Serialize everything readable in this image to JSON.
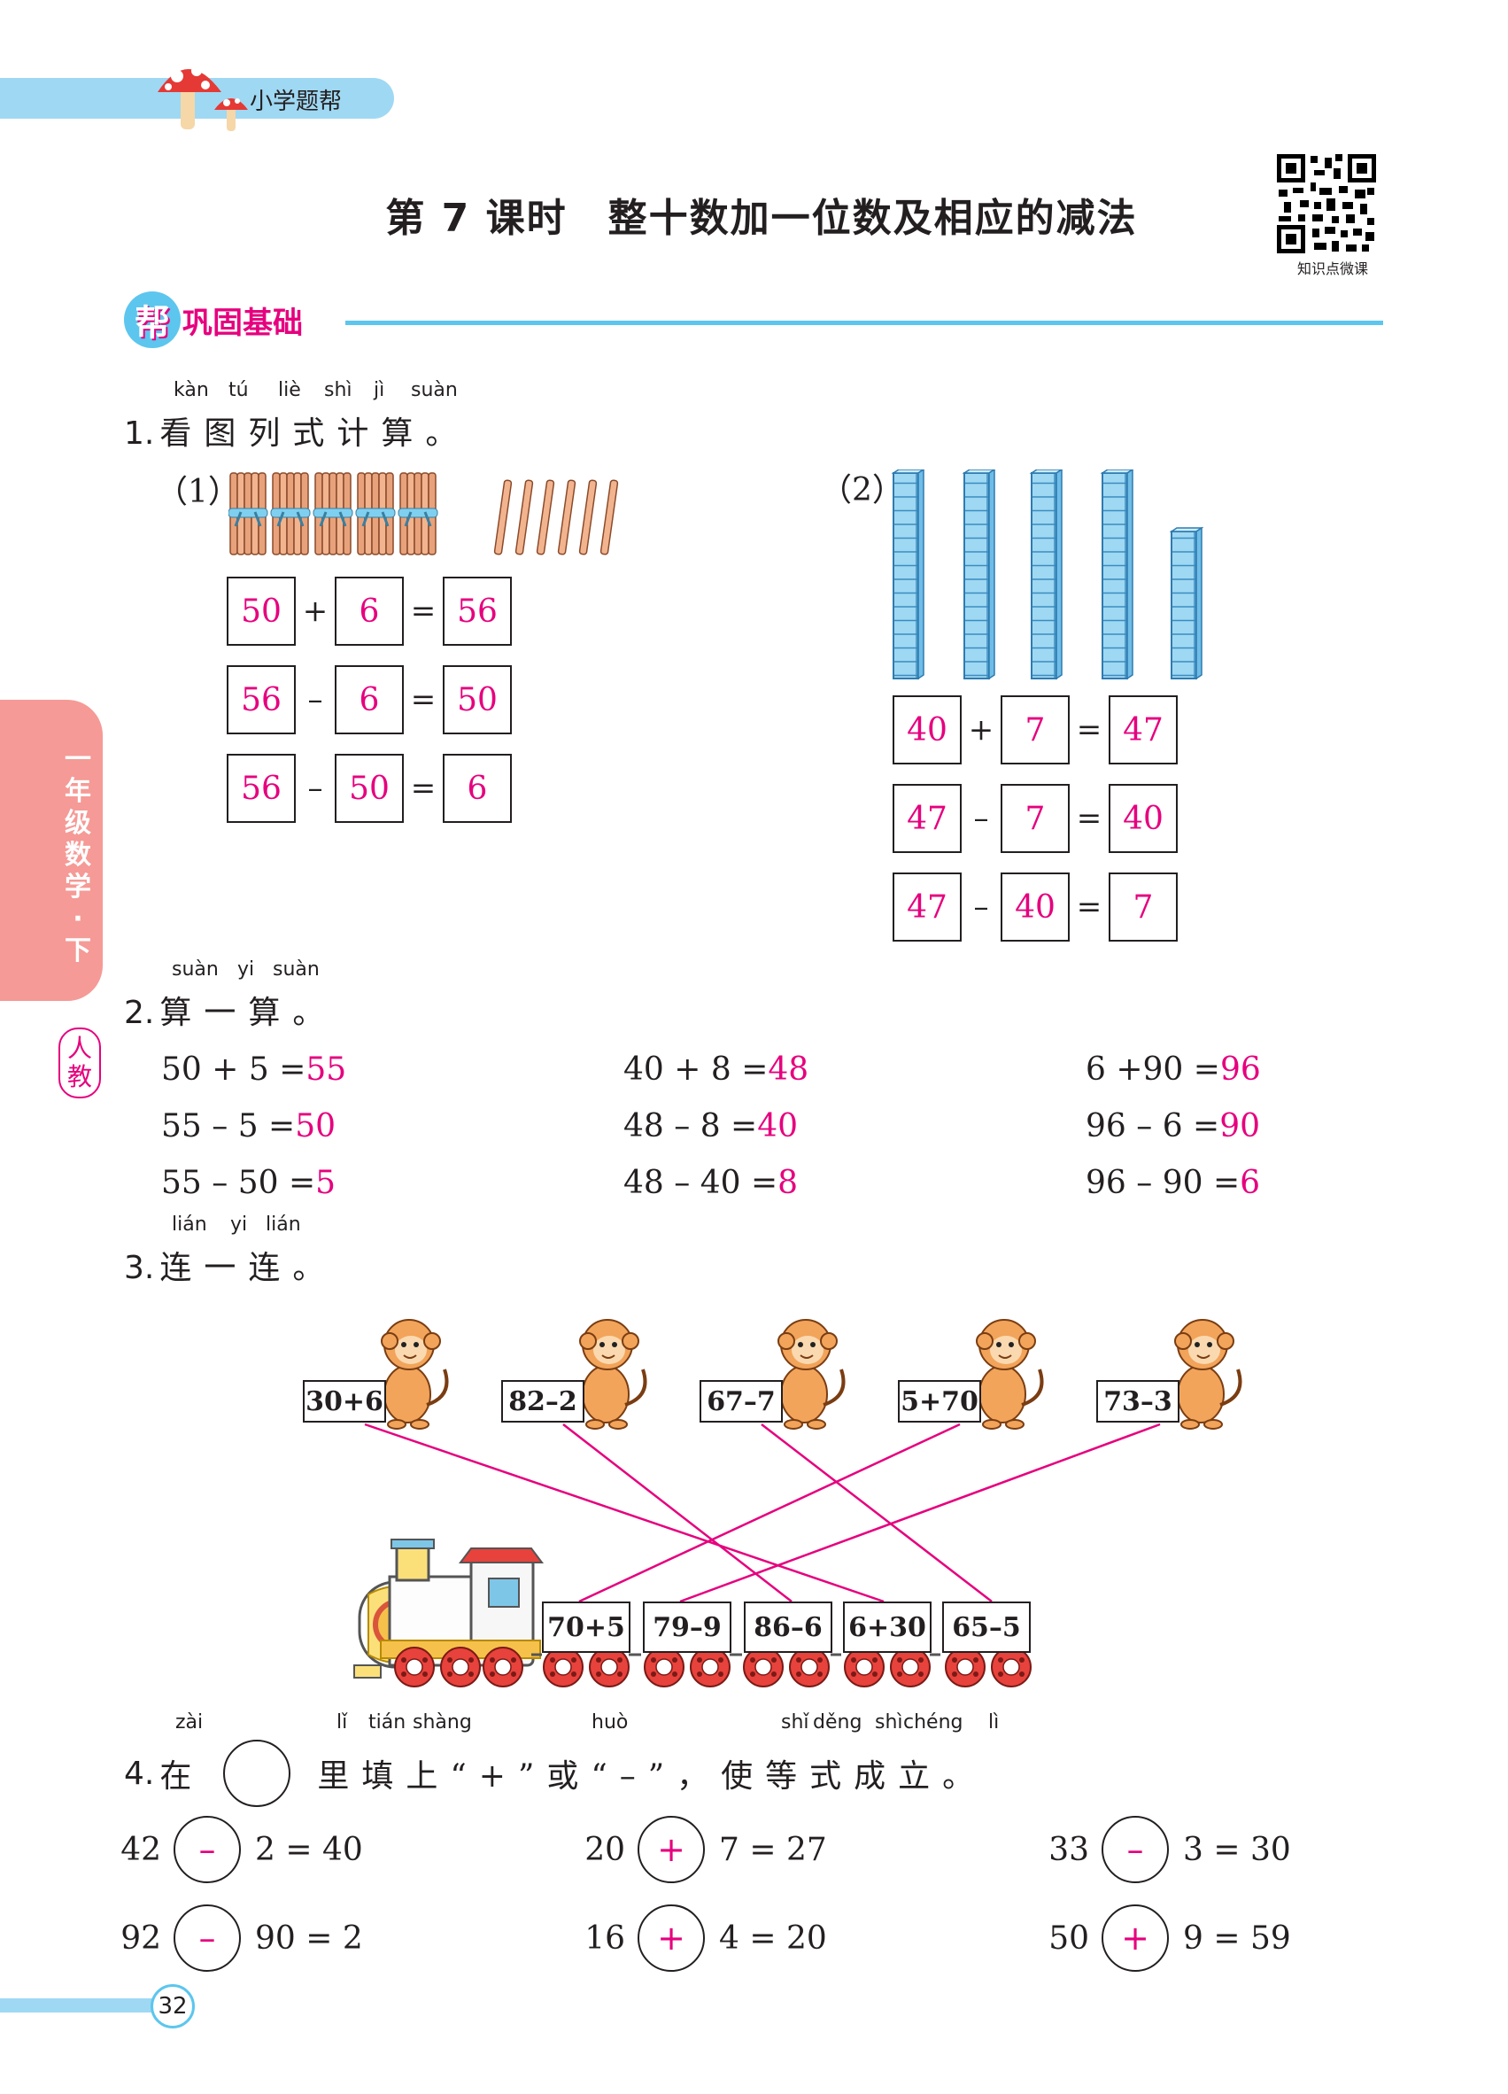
{
  "header": {
    "brand": "小学题帮",
    "lesson_title": "第 7 课时　整十数加一位数及相应的减法",
    "qr_caption": "知识点微课"
  },
  "section": {
    "badge": "帮",
    "label": "巩固基础"
  },
  "side_tab": {
    "grade": "一年级数学·下",
    "edition": "人教"
  },
  "colors": {
    "answer": "#e6007e",
    "accent": "#5cc6ee",
    "tab": "#f59a96"
  },
  "q1": {
    "pinyin": [
      "kàn",
      "tú",
      "liè",
      "shì",
      "jì",
      "suàn"
    ],
    "number": "1.",
    "title": "看图列式计算。",
    "part1": {
      "label": "（1）",
      "rows": [
        {
          "a": "50",
          "op": "+",
          "b": "6",
          "eq": "=",
          "c": "56"
        },
        {
          "a": "56",
          "op": "–",
          "b": "6",
          "eq": "=",
          "c": "50"
        },
        {
          "a": "56",
          "op": "–",
          "b": "50",
          "eq": "=",
          "c": "6"
        }
      ]
    },
    "part2": {
      "label": "（2）",
      "rows": [
        {
          "a": "40",
          "op": "+",
          "b": "7",
          "eq": "=",
          "c": "47"
        },
        {
          "a": "47",
          "op": "–",
          "b": "7",
          "eq": "=",
          "c": "40"
        },
        {
          "a": "47",
          "op": "–",
          "b": "40",
          "eq": "=",
          "c": "7"
        }
      ]
    }
  },
  "q2": {
    "pinyin": [
      "suàn",
      "yi",
      "suàn"
    ],
    "number": "2.",
    "title": "算一算。",
    "columns": [
      [
        {
          "expr": "50 + 5 =",
          "ans": "55"
        },
        {
          "expr": "55 – 5 =",
          "ans": "50"
        },
        {
          "expr": "55 – 50 =",
          "ans": "5"
        }
      ],
      [
        {
          "expr": "40 + 8 =",
          "ans": "48"
        },
        {
          "expr": "48 – 8 =",
          "ans": "40"
        },
        {
          "expr": "48 – 40 =",
          "ans": "8"
        }
      ],
      [
        {
          "expr": "6 +90 =",
          "ans": "96"
        },
        {
          "expr": "96 – 6 =",
          "ans": "90"
        },
        {
          "expr": "96 – 90 =",
          "ans": "6"
        }
      ]
    ]
  },
  "q3": {
    "pinyin": [
      "lián",
      "yi",
      "lián"
    ],
    "number": "3.",
    "title": "连一连。",
    "monkeys": [
      "30+6",
      "82–2",
      "67–7",
      "5+70",
      "73–3"
    ],
    "cars": [
      "70+5",
      "79–9",
      "86–6",
      "6+30",
      "65–5"
    ]
  },
  "q4": {
    "pinyin": [
      "zài",
      "lǐ",
      "tián",
      "shàng",
      "huò",
      "shǐ",
      "děng",
      "shì",
      "chéng",
      "lì"
    ],
    "number": "4.",
    "text_before": "在",
    "text_after": "里填上“+”或“–”，使等式成立。",
    "rows": [
      [
        {
          "a": "42",
          "op": "–",
          "rest": "2 = 40"
        },
        {
          "a": "20",
          "op": "+",
          "rest": "7 = 27"
        },
        {
          "a": "33",
          "op": "–",
          "rest": "3 = 30"
        }
      ],
      [
        {
          "a": "92",
          "op": "–",
          "rest": "90 = 2"
        },
        {
          "a": "16",
          "op": "+",
          "rest": "4 = 20"
        },
        {
          "a": "50",
          "op": "+",
          "rest": "9 = 59"
        }
      ]
    ]
  },
  "page_number": "32"
}
